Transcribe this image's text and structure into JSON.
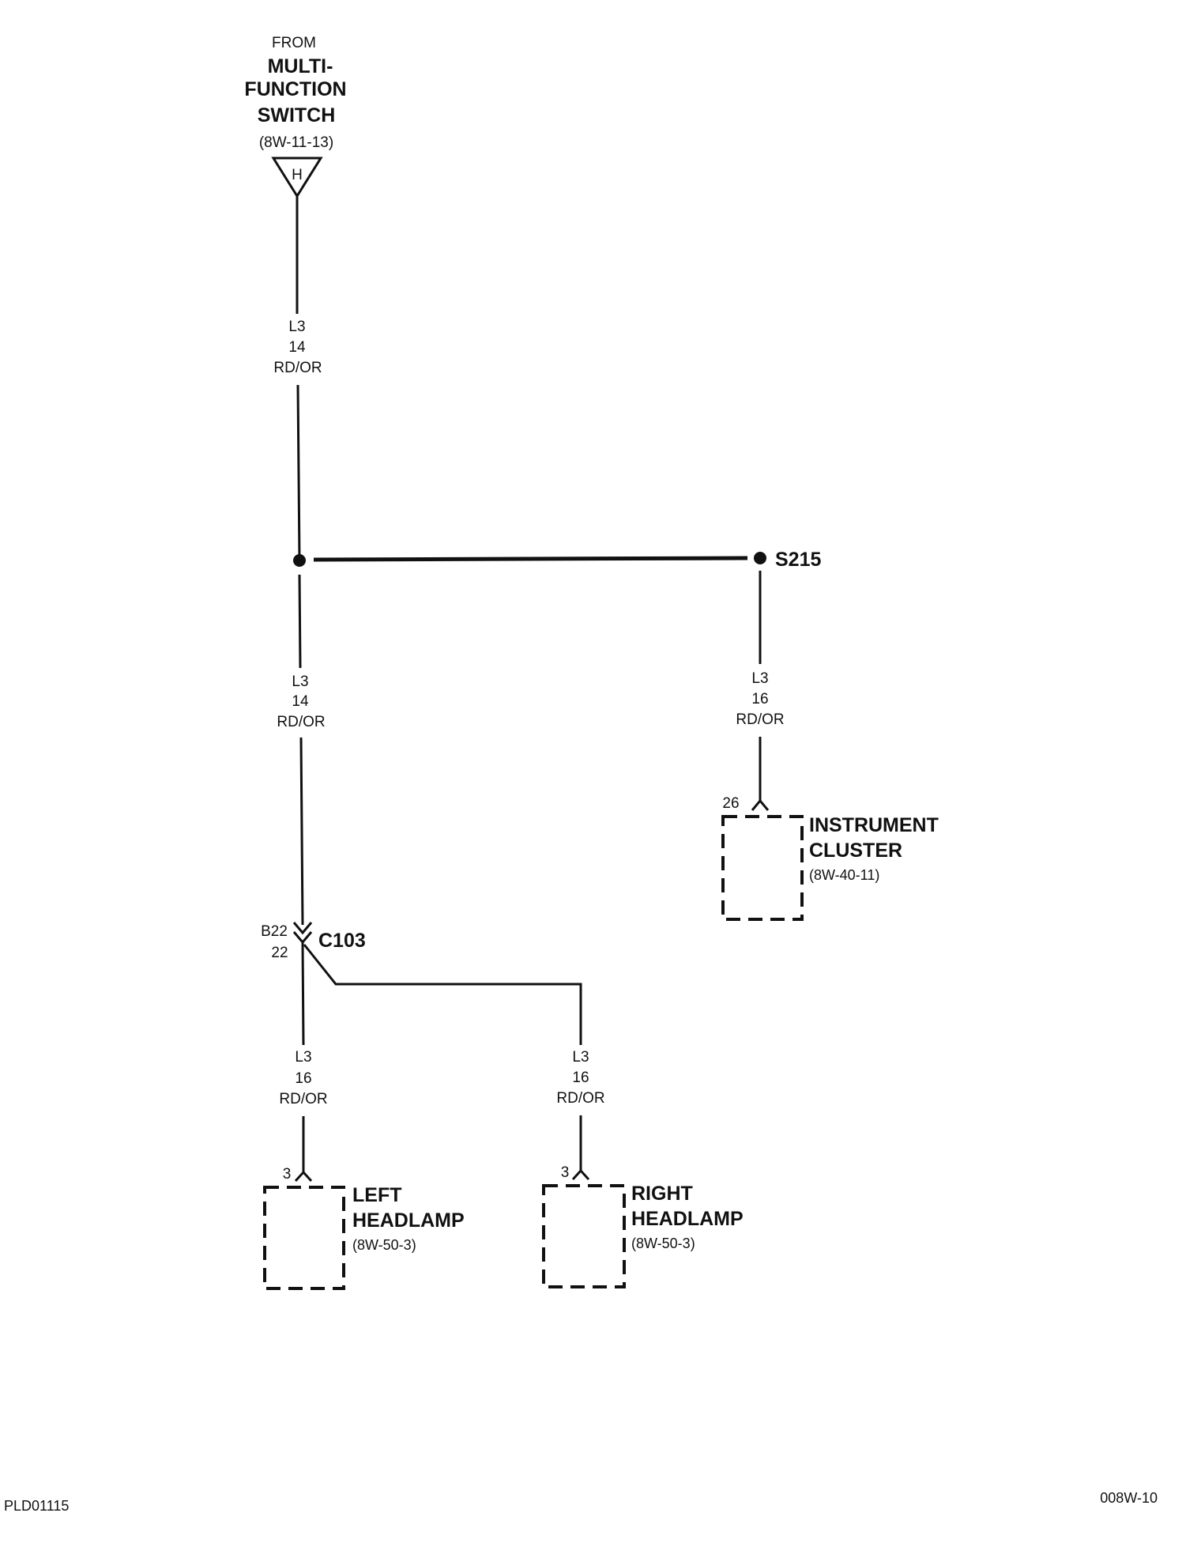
{
  "source": {
    "prefix": "FROM",
    "name_lines": [
      "MULTI-",
      "FUNCTION",
      "SWITCH"
    ],
    "ref": "(8W-11-13)",
    "connector_letter": "H"
  },
  "wires": {
    "main_top": {
      "circuit": "L3",
      "gauge": "14",
      "color": "RD/OR"
    },
    "main_mid": {
      "circuit": "L3",
      "gauge": "14",
      "color": "RD/OR"
    },
    "cluster_feed": {
      "circuit": "L3",
      "gauge": "16",
      "color": "RD/OR"
    },
    "left_feed": {
      "circuit": "L3",
      "gauge": "16",
      "color": "RD/OR"
    },
    "right_feed": {
      "circuit": "L3",
      "gauge": "16",
      "color": "RD/OR"
    }
  },
  "splice": {
    "label": "S215"
  },
  "inline_connector": {
    "label": "C103",
    "cavity_top": "B22",
    "cavity_bottom": "22"
  },
  "components": {
    "instrument_cluster": {
      "pin": "26",
      "name_lines": [
        "INSTRUMENT",
        "CLUSTER"
      ],
      "ref": "(8W-40-11)"
    },
    "left_headlamp": {
      "pin": "3",
      "name_lines": [
        "LEFT",
        "HEADLAMP"
      ],
      "ref": "(8W-50-3)"
    },
    "right_headlamp": {
      "pin": "3",
      "name_lines": [
        "RIGHT",
        "HEADLAMP"
      ],
      "ref": "(8W-50-3)"
    }
  },
  "footer": {
    "left_code": "PLD01115",
    "right_code": "008W-10"
  }
}
